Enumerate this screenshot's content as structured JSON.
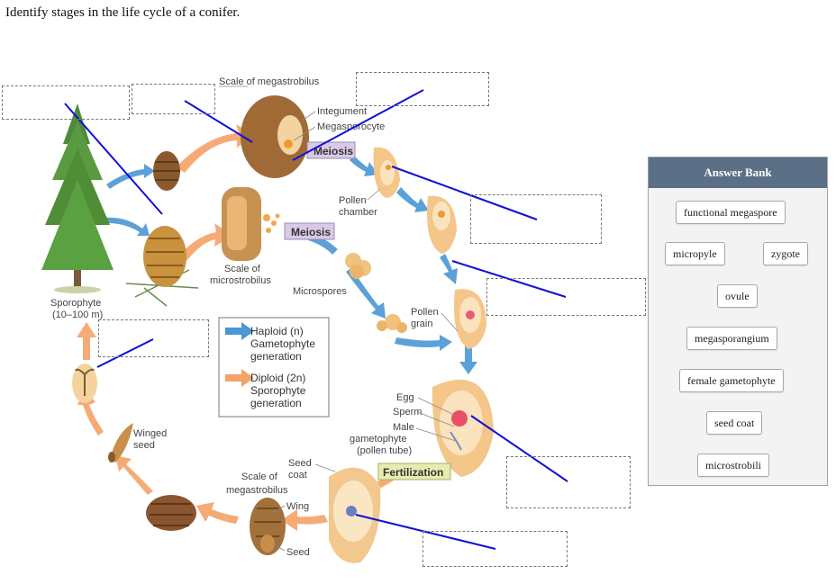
{
  "question": "Identify stages in the life cycle of a conifer.",
  "diagram": {
    "labels": {
      "scale_of_megastrobilus_top": "Scale of megastrobilus",
      "integument": "Integument",
      "megasporocyte": "Megasporocyte",
      "meiosis_top": "Meiosis",
      "pollen_chamber_1": "Pollen",
      "pollen_chamber_2": "chamber",
      "meiosis_mid": "Meiosis",
      "scale_micro_1": "Scale of",
      "scale_micro_2": "microstrobilus",
      "microspores": "Microspores",
      "pollen_grain_1": "Pollen",
      "pollen_grain_2": "grain",
      "sporophyte_1": "Sporophyte",
      "sporophyte_2": "(10–100 m)",
      "egg": "Egg",
      "sperm": "Sperm",
      "male_gam_1": "Male",
      "male_gam_2": "gametophyte",
      "male_gam_3": "(pollen tube)",
      "fertilization": "Fertilization",
      "winged_seed_1": "Winged",
      "winged_seed_2": "seed",
      "seed_coat_1": "Seed",
      "seed_coat_2": "coat",
      "scale_mega_bottom_1": "Scale of",
      "scale_mega_bottom_2": "megastrobilus",
      "wing": "Wing",
      "seed": "Seed"
    },
    "legend": {
      "haploid_1": "Haploid (n)",
      "haploid_2": "Gametophyte",
      "haploid_3": "generation",
      "diploid_1": "Diploid (2n)",
      "diploid_2": "Sporophyte",
      "diploid_3": "generation",
      "haploid_color": "#4a97d4",
      "diploid_color": "#f5a268"
    }
  },
  "answer_bank": {
    "title": "Answer Bank",
    "items": [
      "functional megaspore",
      "micropyle",
      "zygote",
      "ovule",
      "megasporangium",
      "female gametophyte",
      "seed coat",
      "microstrobili"
    ]
  }
}
